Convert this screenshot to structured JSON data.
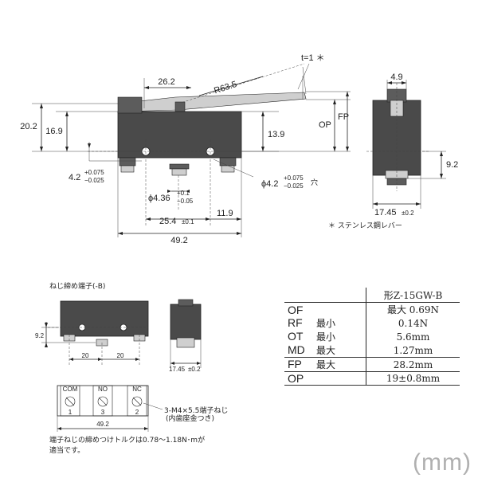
{
  "top_view": {
    "dims": {
      "d26_2": "26.2",
      "r63_5": "R63.5",
      "t1": "t=1 ＊",
      "d20_2": "20.2",
      "d16_9": "16.9",
      "d13_9": "13.9",
      "op": "OP",
      "fp": "FP",
      "hole_left_main": "4.2",
      "hole_left_tol_up": "+0.075",
      "hole_left_tol_dn": "−0.025",
      "phi436_main": "ϕ4.36",
      "phi436_tol_up": "+0.1",
      "phi436_tol_dn": "−0.05",
      "phi42_main": "ϕ4.2",
      "phi42_tol_up": "+0.075",
      "phi42_tol_dn": "−0.025",
      "phi42_suffix": "穴",
      "d25_4_main": "25.4",
      "d25_4_tol": "±0.1",
      "d11_9": "11.9",
      "d49_2": "49.2"
    },
    "side_dims": {
      "d4_9": "4.9",
      "d9_2": "9.2",
      "d17_45_main": "17.45",
      "d17_45_tol": "±0.2"
    },
    "note": "＊ ステンレス鋼レバー"
  },
  "terminal_section": {
    "title": "ねじ締め端子(-B)",
    "dims": {
      "d9_2": "9.2",
      "d20_a": "20",
      "d20_b": "20",
      "d17_45_main": "17.45",
      "d17_45_tol": "±0.2",
      "d49_2": "49.2"
    },
    "terminals": [
      {
        "label": "COM",
        "num": "1"
      },
      {
        "label": "NO",
        "num": "3"
      },
      {
        "label": "NC",
        "num": "2"
      }
    ],
    "screw_note_line1": "3-M4×5.5端子ねじ",
    "screw_note_line2": "(内歯座金つき)",
    "torque_line1": "端子ねじの締めつけトルクは0.78〜1.18N･mが",
    "torque_line2": "適当です。"
  },
  "spec_table": {
    "header": "形Z-15GW-B",
    "rows": [
      {
        "name": "OF",
        "qual": "",
        "value": "最大 0.69N"
      },
      {
        "name": "RF",
        "qual": "最小",
        "value": "0.14N"
      },
      {
        "name": "OT",
        "qual": "最小",
        "value": "5.6mm"
      },
      {
        "name": "MD",
        "qual": "最大",
        "value": "1.27mm"
      },
      {
        "name": "FP",
        "qual": "最大",
        "value": "28.2mm"
      },
      {
        "name": "OP",
        "qual": "",
        "value": "19±0.8mm"
      }
    ]
  },
  "unit_label": "(mm)"
}
